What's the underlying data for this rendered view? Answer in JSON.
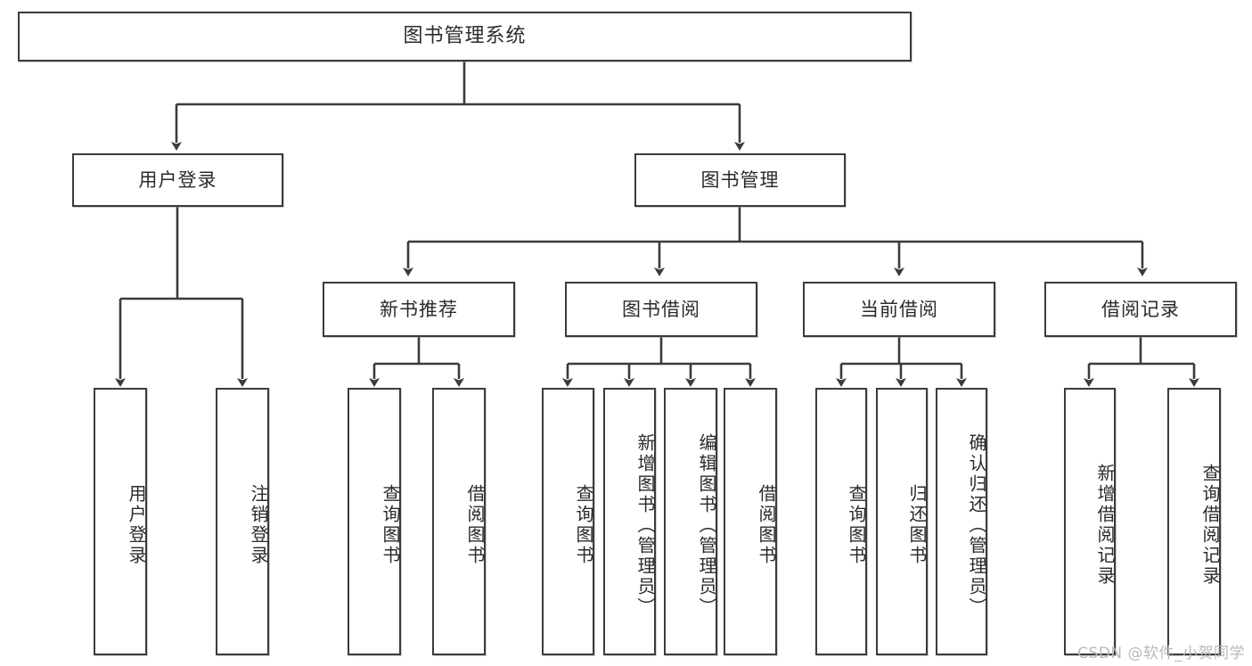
{
  "diagram": {
    "title": "图书管理系统",
    "watermark": "CSDN @软件_小贺同学",
    "nodes": {
      "root": {
        "label": "图书管理系统"
      },
      "level2": [
        {
          "label": "用户登录"
        },
        {
          "label": "图书管理"
        }
      ],
      "level3": [
        {
          "label": "新书推荐"
        },
        {
          "label": "图书借阅"
        },
        {
          "label": "当前借阅"
        },
        {
          "label": "借阅记录"
        }
      ],
      "leaves": {
        "user_login": [
          {
            "label": "用户登录"
          },
          {
            "label": "注销登录"
          }
        ],
        "new_book": [
          {
            "label": "查询图书"
          },
          {
            "label": "借阅图书"
          }
        ],
        "book_borrow": [
          {
            "label": "查询图书"
          },
          {
            "label": "新增图书（管理员）"
          },
          {
            "label": "编辑图书（管理员）"
          },
          {
            "label": "借阅图书"
          }
        ],
        "current_borrow": [
          {
            "label": "查询图书"
          },
          {
            "label": "归还图书"
          },
          {
            "label": "确认归还（管理员）"
          }
        ],
        "borrow_record": [
          {
            "label": "新增借阅记录"
          },
          {
            "label": "查询借阅记录"
          }
        ]
      }
    },
    "colors": {
      "stroke": "#3b3b3b",
      "fill": "#ffffff",
      "text": "#2b2b2b",
      "watermark": "#b9b9b9"
    }
  }
}
